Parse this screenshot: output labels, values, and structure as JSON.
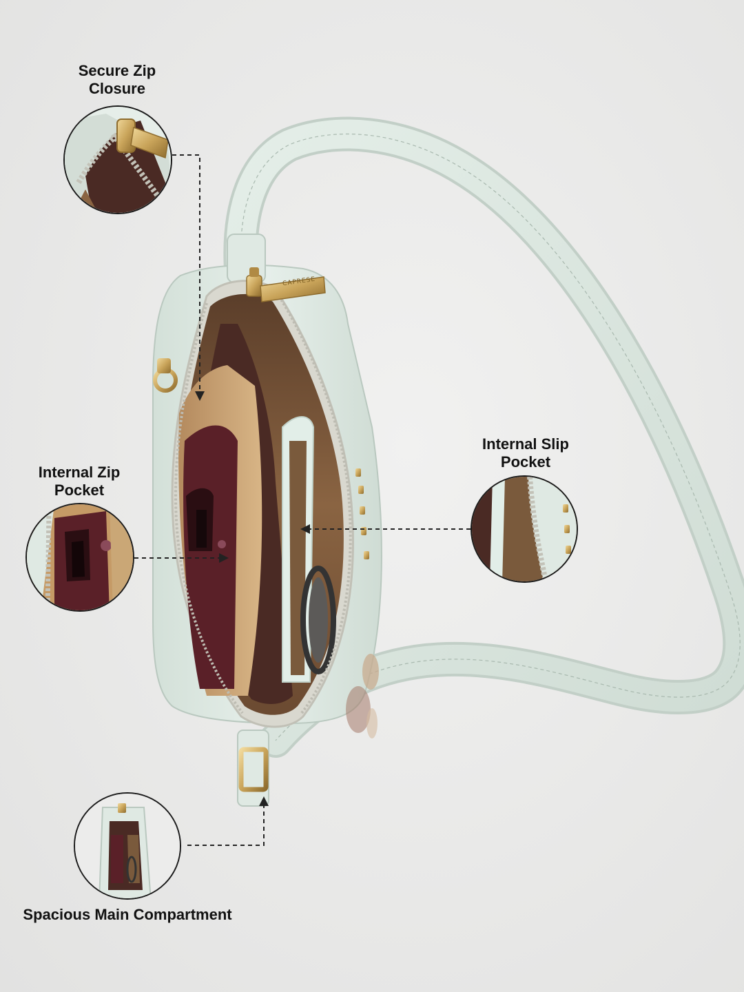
{
  "callouts": {
    "zip_closure": {
      "line1": "Secure Zip",
      "line2": "Closure"
    },
    "internal_zip_pocket": {
      "line1": "Internal Zip",
      "line2": "Pocket"
    },
    "internal_slip_pocket": {
      "line1": "Internal Slip",
      "line2": "Pocket"
    },
    "main_compartment": {
      "text": "Spacious Main Compartment"
    }
  },
  "brand": {
    "zip_puller_text": "CAPRESE"
  },
  "colors": {
    "background": "#e9e9e8",
    "bag_body": "#dfe9e3",
    "bag_shadow": "#c6d3cb",
    "lining": "#7a5a3c",
    "interior_dark": "#4a2a24",
    "pocket_burgundy": "#5a2028",
    "hardware_gold": "#c9a45a",
    "connector_line": "#222222"
  }
}
